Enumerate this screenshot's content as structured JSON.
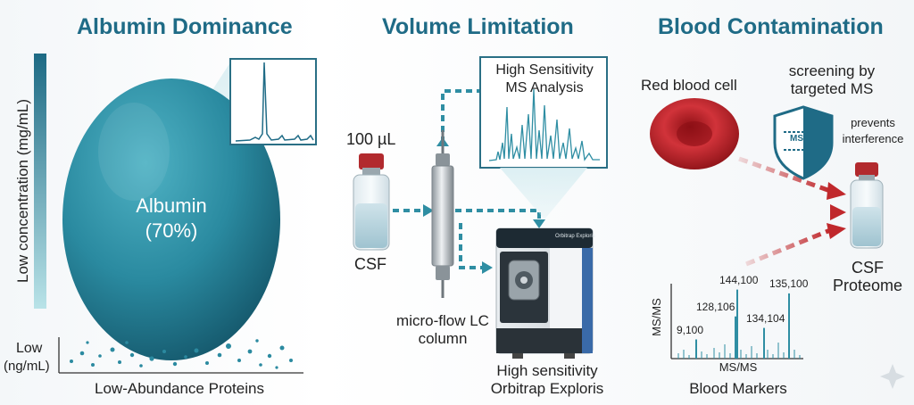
{
  "panels": {
    "albumin": {
      "title": "Albumin Dominance",
      "y_axis_label": "Low concentration   (mg/mL)",
      "egg_label": "Albumin",
      "egg_percent": "(70%)",
      "low_label": "Low",
      "low_unit": "(ng/mL)",
      "x_axis_label": "Low-Abundance Proteins"
    },
    "volume": {
      "title": "Volume Limitation",
      "vial_volume": "100 µL",
      "vial_label": "CSF",
      "column_label_line1": "micro-flow LC",
      "column_label_line2": "column",
      "ms_box_line1": "High Sensitivity",
      "ms_box_line2": "MS Analysis",
      "instrument_line1": "High sensitivity",
      "instrument_line2": "Orbitrap Exploris",
      "instrument_brand": "Orbitrap Exploris"
    },
    "blood": {
      "title": "Blood Contamination",
      "rbc_label": "Red blood cell",
      "screening_line1": "screening by",
      "screening_line2": "targeted MS",
      "shield_text": "MS",
      "prevents_line1": "prevents",
      "prevents_line2": "interference",
      "proteome_line1": "CSF",
      "proteome_line2": "Proteome",
      "spectrum_ylabel": "MS/MS",
      "spectrum_xlabel": "MS/MS",
      "spectrum_title": "Blood Markers",
      "peaks": [
        {
          "label": "9,100",
          "height": 0.25
        },
        {
          "label": "128,106",
          "height": 0.55
        },
        {
          "label": "144,100",
          "height": 0.9
        },
        {
          "label": "134,104",
          "height": 0.4
        },
        {
          "label": "135,100",
          "height": 0.85
        }
      ]
    }
  },
  "colors": {
    "teal_dark": "#1f6b86",
    "teal": "#2f8ea3",
    "red": "#c0282c",
    "egg": "#2b8aa0"
  }
}
